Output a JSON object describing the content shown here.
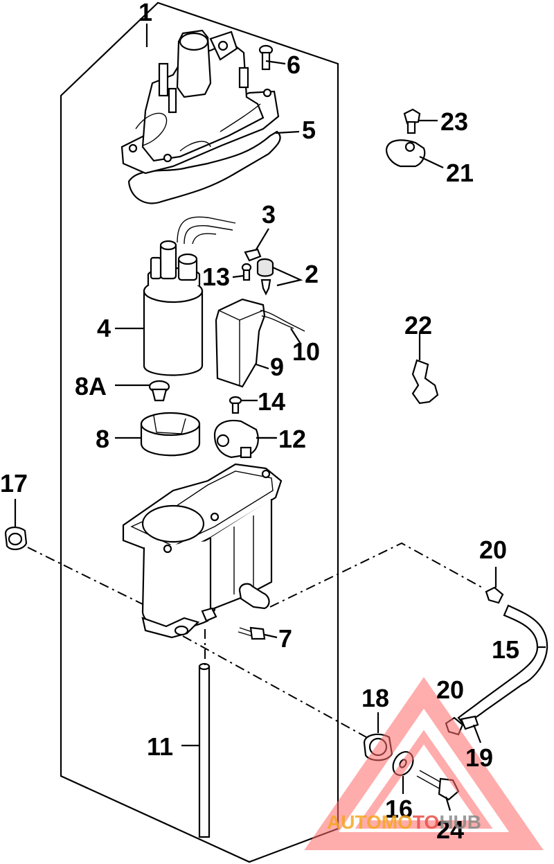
{
  "diagram": {
    "callouts": [
      {
        "id": "c1",
        "text": "1"
      },
      {
        "id": "c2",
        "text": "2"
      },
      {
        "id": "c3",
        "text": "3"
      },
      {
        "id": "c4",
        "text": "4"
      },
      {
        "id": "c5",
        "text": "5"
      },
      {
        "id": "c6",
        "text": "6"
      },
      {
        "id": "c7",
        "text": "7"
      },
      {
        "id": "c8",
        "text": "8"
      },
      {
        "id": "c8a",
        "text": "8A"
      },
      {
        "id": "c9",
        "text": "9"
      },
      {
        "id": "c10",
        "text": "10"
      },
      {
        "id": "c11",
        "text": "11"
      },
      {
        "id": "c12",
        "text": "12"
      },
      {
        "id": "c13",
        "text": "13"
      },
      {
        "id": "c14",
        "text": "14"
      },
      {
        "id": "c15",
        "text": "15"
      },
      {
        "id": "c16",
        "text": "16"
      },
      {
        "id": "c17",
        "text": "17"
      },
      {
        "id": "c18",
        "text": "18"
      },
      {
        "id": "c19",
        "text": "19"
      },
      {
        "id": "c20a",
        "text": "20"
      },
      {
        "id": "c20b",
        "text": "20"
      },
      {
        "id": "c21",
        "text": "21"
      },
      {
        "id": "c22",
        "text": "22"
      },
      {
        "id": "c23",
        "text": "23"
      },
      {
        "id": "c24",
        "text": "24"
      }
    ]
  },
  "watermark": {
    "part1": "AUTOMO",
    "part2": "TO",
    "part3": "HUB",
    "colors": {
      "orange": "#f5a623",
      "red": "#e8504a",
      "gray": "#8a8a8a",
      "triangle": "#ff6a6a"
    }
  }
}
